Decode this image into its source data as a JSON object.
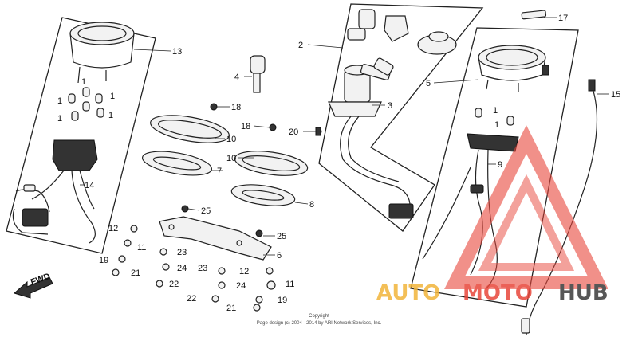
{
  "diagram": {
    "callouts": [
      {
        "id": "c13",
        "text": "13"
      },
      {
        "id": "c4",
        "text": "4"
      },
      {
        "id": "c2",
        "text": "2"
      },
      {
        "id": "c3",
        "text": "3"
      },
      {
        "id": "c17",
        "text": "17"
      },
      {
        "id": "c5",
        "text": "5"
      },
      {
        "id": "c15",
        "text": "15"
      },
      {
        "id": "c18a",
        "text": "18"
      },
      {
        "id": "c18b",
        "text": "18"
      },
      {
        "id": "c20",
        "text": "20"
      },
      {
        "id": "c10a",
        "text": "10"
      },
      {
        "id": "c10b",
        "text": "10"
      },
      {
        "id": "c7",
        "text": "7"
      },
      {
        "id": "c8",
        "text": "8"
      },
      {
        "id": "c9",
        "text": "9"
      },
      {
        "id": "c14",
        "text": "14"
      },
      {
        "id": "c25a",
        "text": "25"
      },
      {
        "id": "c25b",
        "text": "25"
      },
      {
        "id": "c6",
        "text": "6"
      },
      {
        "id": "c12a",
        "text": "12"
      },
      {
        "id": "c12b",
        "text": "12"
      },
      {
        "id": "c11a",
        "text": "11"
      },
      {
        "id": "c11b",
        "text": "11"
      },
      {
        "id": "c19a",
        "text": "19"
      },
      {
        "id": "c19b",
        "text": "19"
      },
      {
        "id": "c21a",
        "text": "21"
      },
      {
        "id": "c21b",
        "text": "21"
      },
      {
        "id": "c22a",
        "text": "22"
      },
      {
        "id": "c22b",
        "text": "22"
      },
      {
        "id": "c23a",
        "text": "23"
      },
      {
        "id": "c23b",
        "text": "23"
      },
      {
        "id": "c24a",
        "text": "24"
      },
      {
        "id": "c24b",
        "text": "24"
      },
      {
        "id": "c1a",
        "text": "1"
      },
      {
        "id": "c1b",
        "text": "1"
      },
      {
        "id": "c1c",
        "text": "1"
      },
      {
        "id": "c1d",
        "text": "1"
      },
      {
        "id": "c1e",
        "text": "1"
      },
      {
        "id": "c1f",
        "text": "1"
      },
      {
        "id": "c1g",
        "text": "1"
      }
    ],
    "direction_label": "FWD",
    "copyright_line1": "Copyright",
    "copyright_line2": "Page design (c) 2004 - 2014 by ARI Network Services, Inc."
  },
  "watermark": {
    "part1": "AUTO",
    "part2": "MOTO",
    "part3": "HUB",
    "color_primary": "#e8463a",
    "color_secondary": "#f2b53a",
    "color_dark": "#3a3a3a"
  }
}
